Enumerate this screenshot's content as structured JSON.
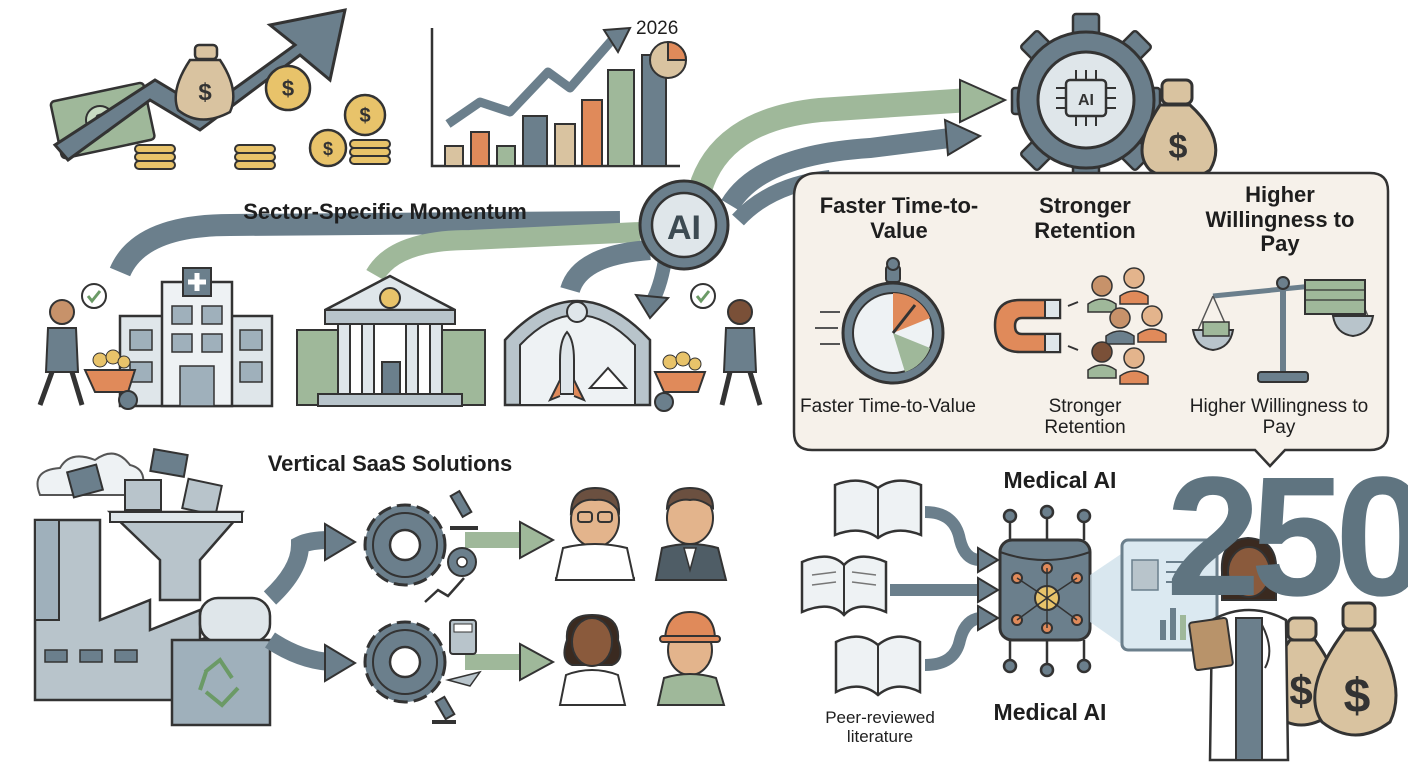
{
  "chart_year": "2026",
  "ai_hub_label": "AI",
  "ai_gear_label": "AI",
  "sector_heading": "Sector-Specific Momentum",
  "saas_heading": "Vertical SaaS Solutions",
  "benefits": [
    {
      "title": "Faster Time-to-Value",
      "caption": "Faster Time-to-Value"
    },
    {
      "title": "Stronger Retention",
      "caption": "Stronger Retention"
    },
    {
      "title": "Higher Willingness to Pay",
      "caption": "Higher Willingness to Pay"
    }
  ],
  "medical": {
    "title_top": "Medical AI",
    "title_bottom": "Medical AI",
    "source_label": "Peer-reviewed literature",
    "big_number": "250"
  },
  "colors": {
    "slate": "#6b7f8c",
    "green": "#9fb89a",
    "orange": "#e08a5a",
    "tan": "#d9c3a0",
    "gold": "#e8c36a",
    "callout_bg": "#f6f1ea"
  }
}
